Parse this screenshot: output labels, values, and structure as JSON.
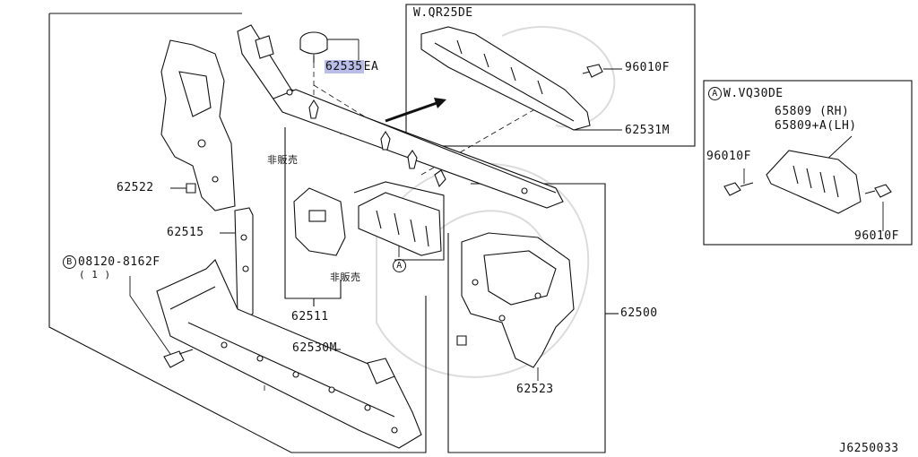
{
  "labels": {
    "wqr25de": "W.QR25DE",
    "wvq30de": "W.VQ30DE",
    "p62535": "62535",
    "ea": "EA",
    "p96010f_top": "96010F",
    "p62531m": "62531M",
    "p65809_rh": "65809   (RH)",
    "p65809a_lh": "65809+A(LH)",
    "p96010f_left": "96010F",
    "p96010f_right": "96010F",
    "p62522": "62522",
    "hanbai1": "非販売",
    "hanbai2": "非販売",
    "p62515": "62515",
    "bolt_code": "08120-8162F",
    "bolt_qty": "( 1 )",
    "p62511": "62511",
    "p62530m": "62530M",
    "p62500": "62500",
    "p62523": "62523",
    "callout_a": "A",
    "callout_a_box": "A",
    "callout_b": "B",
    "figure_id": "J6250033"
  },
  "colors": {
    "line": "#111111",
    "highlight": "#b9bde8",
    "watermark": "#d9d9d9"
  }
}
